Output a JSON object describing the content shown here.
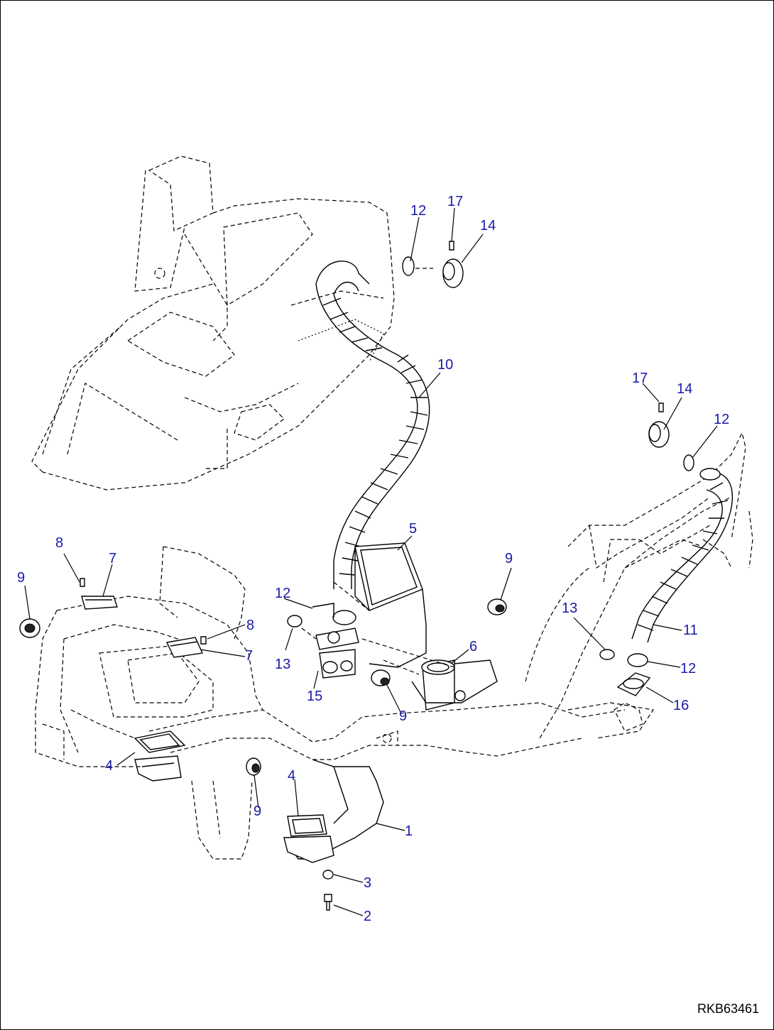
{
  "drawing_ref": "RKB63461",
  "callouts": {
    "c1": "1",
    "c2": "2",
    "c3": "3",
    "c4a": "4",
    "c4b": "4",
    "c5": "5",
    "c6": "6",
    "c7a": "7",
    "c7b": "7",
    "c8a": "8",
    "c8b": "8",
    "c9a": "9",
    "c9b": "9",
    "c9c": "9",
    "c9d": "9",
    "c10": "10",
    "c11": "11",
    "c12a": "12",
    "c12b": "12",
    "c12c": "12",
    "c12d": "12",
    "c13a": "13",
    "c13b": "13",
    "c14a": "14",
    "c14b": "14",
    "c15": "15",
    "c16": "16",
    "c17a": "17",
    "c17b": "17"
  },
  "colors": {
    "callout": "#1a1aa8",
    "line": "#000000",
    "background": "#ffffff"
  }
}
